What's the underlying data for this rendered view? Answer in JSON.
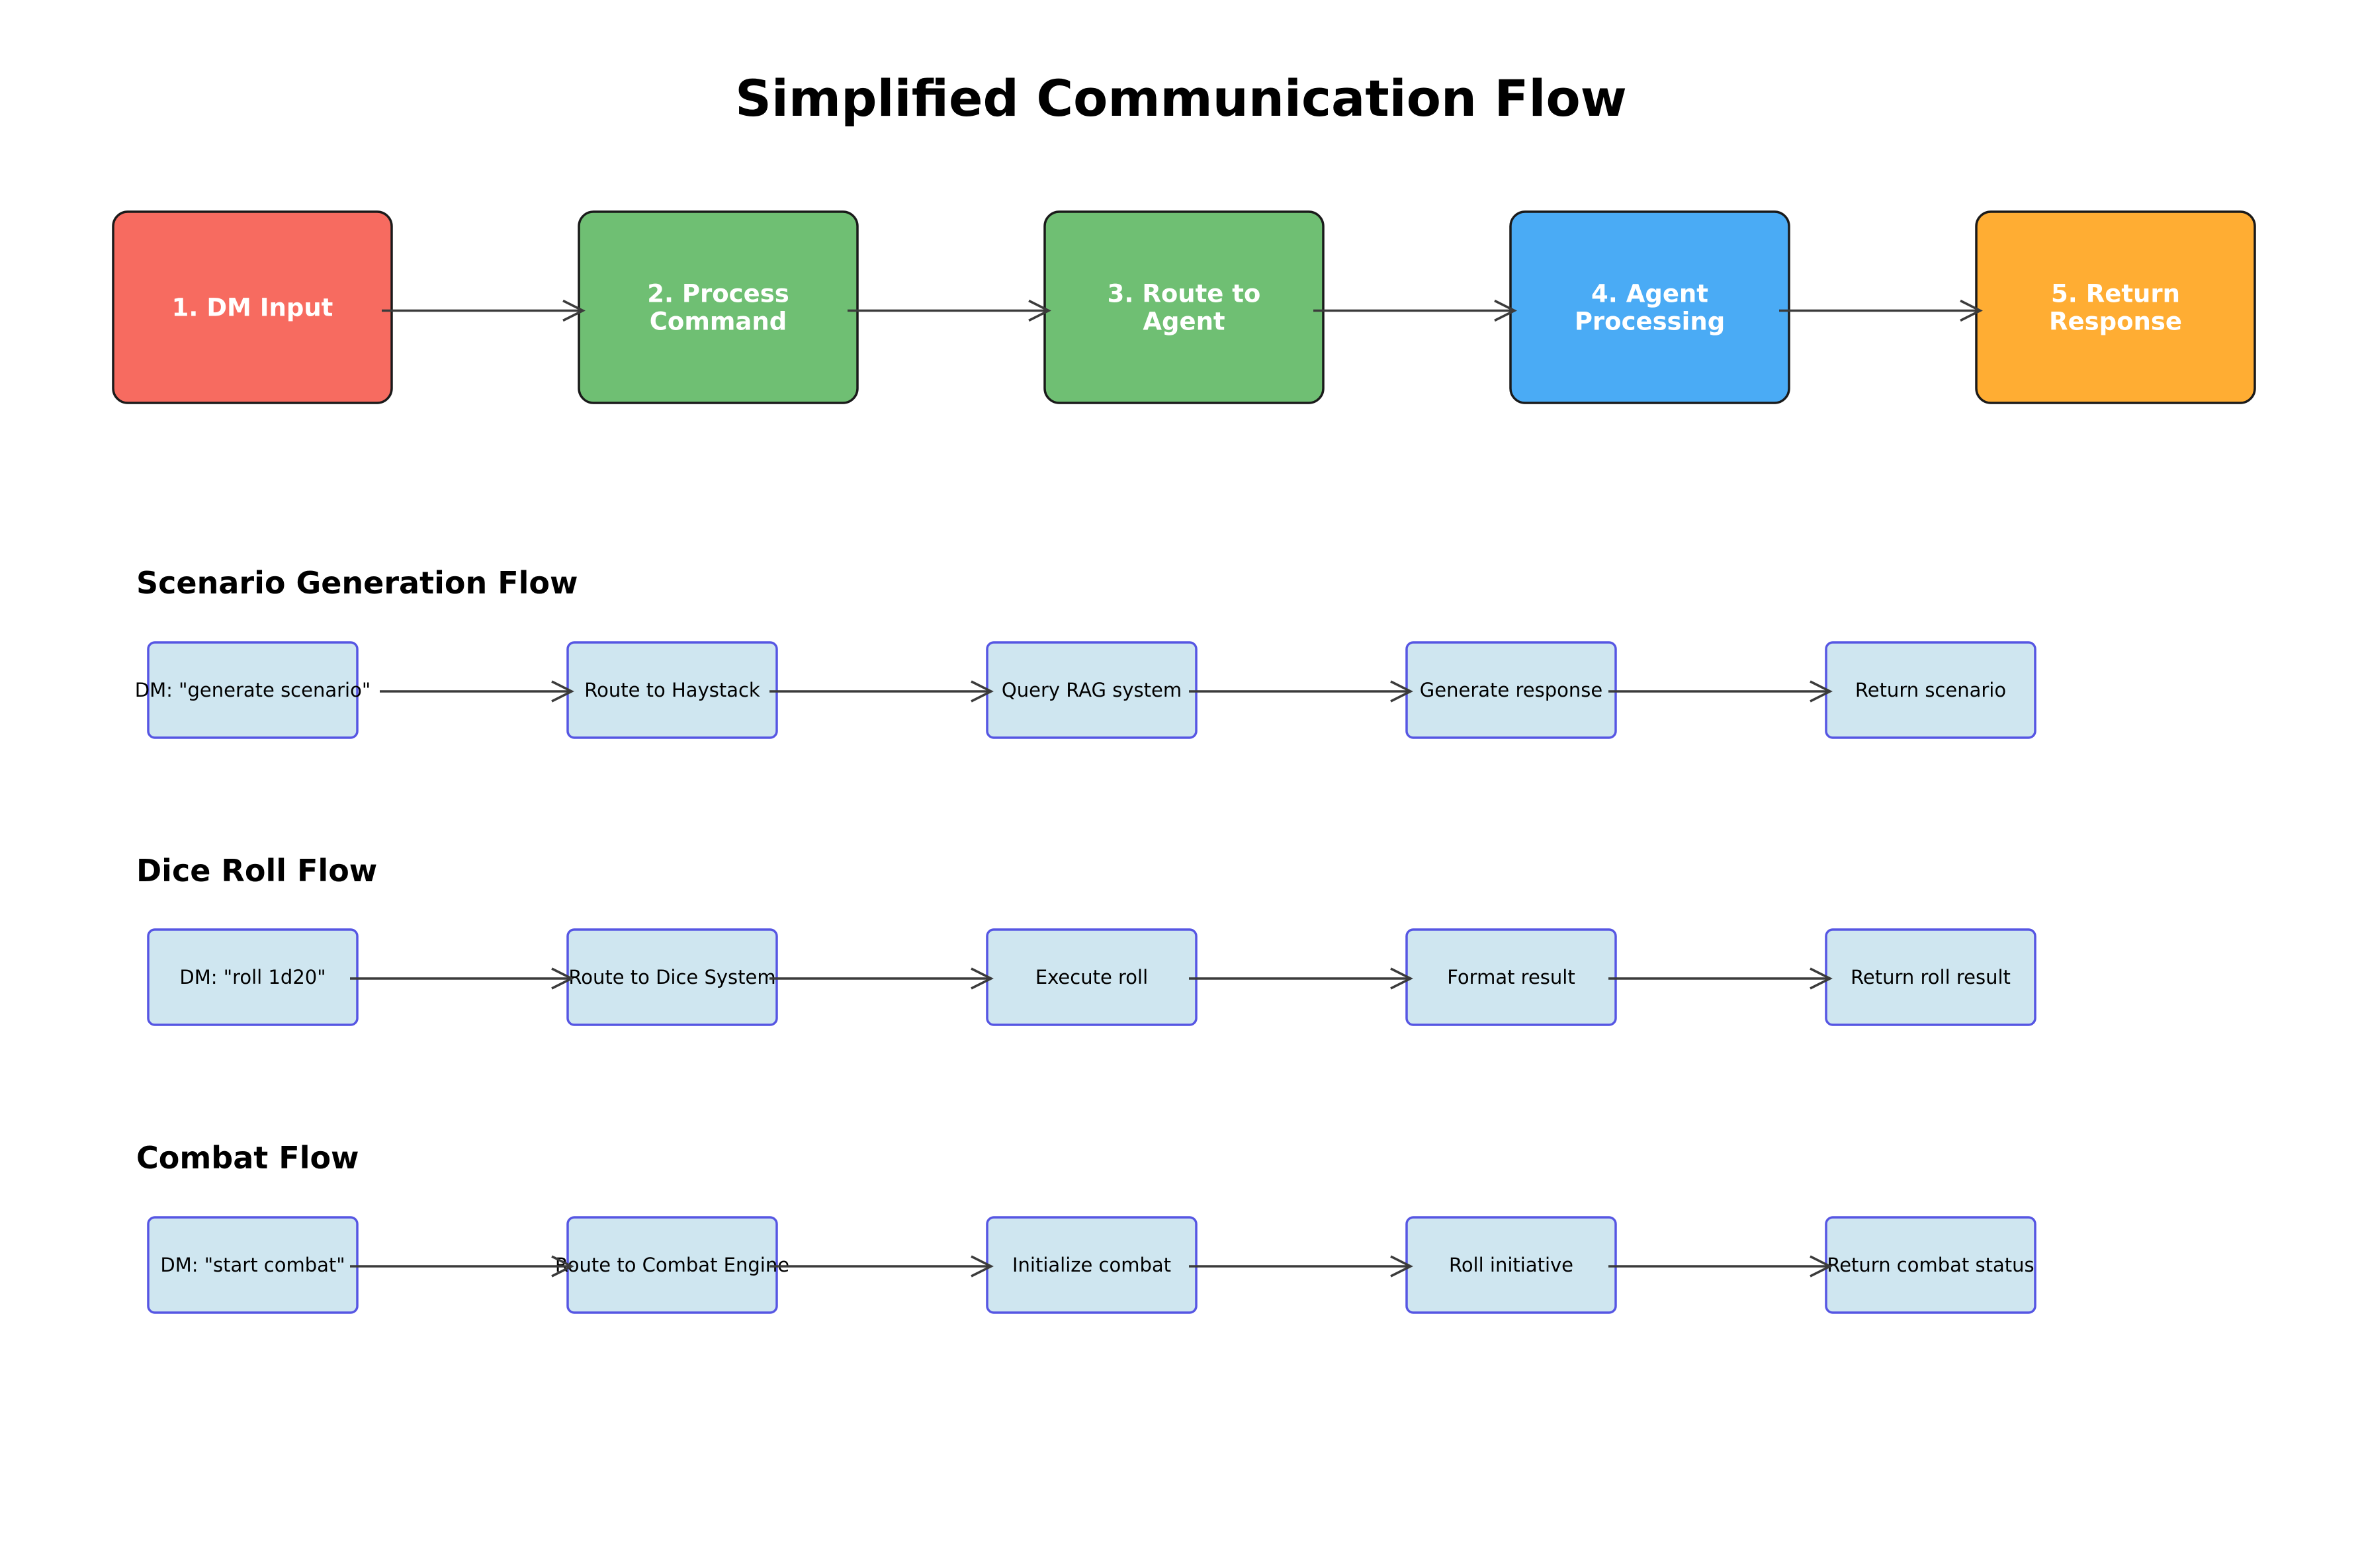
{
  "title": "Simplified Communication Flow",
  "main_flow": {
    "steps": [
      {
        "lines": [
          "1. DM Input"
        ],
        "color": "#f76b60"
      },
      {
        "lines": [
          "2. Process",
          "Command"
        ],
        "color": "#6fbf73"
      },
      {
        "lines": [
          "3. Route to",
          "Agent"
        ],
        "color": "#6fbf73"
      },
      {
        "lines": [
          "4. Agent",
          "Processing"
        ],
        "color": "#4aabf5"
      },
      {
        "lines": [
          "5. Return",
          "Response"
        ],
        "color": "#ffad33"
      }
    ]
  },
  "sections": [
    {
      "heading": "Scenario Generation Flow",
      "steps": [
        "DM: \"generate scenario\"",
        "Route to Haystack",
        "Query RAG system",
        "Generate response",
        "Return scenario"
      ]
    },
    {
      "heading": "Dice Roll Flow",
      "steps": [
        "DM: \"roll 1d20\"",
        "Route to Dice System",
        "Execute roll",
        "Format result",
        "Return roll result"
      ]
    },
    {
      "heading": "Combat Flow",
      "steps": [
        "DM: \"start combat\"",
        "Route to Combat Engine",
        "Initialize combat",
        "Roll initiative",
        "Return combat status"
      ]
    }
  ]
}
